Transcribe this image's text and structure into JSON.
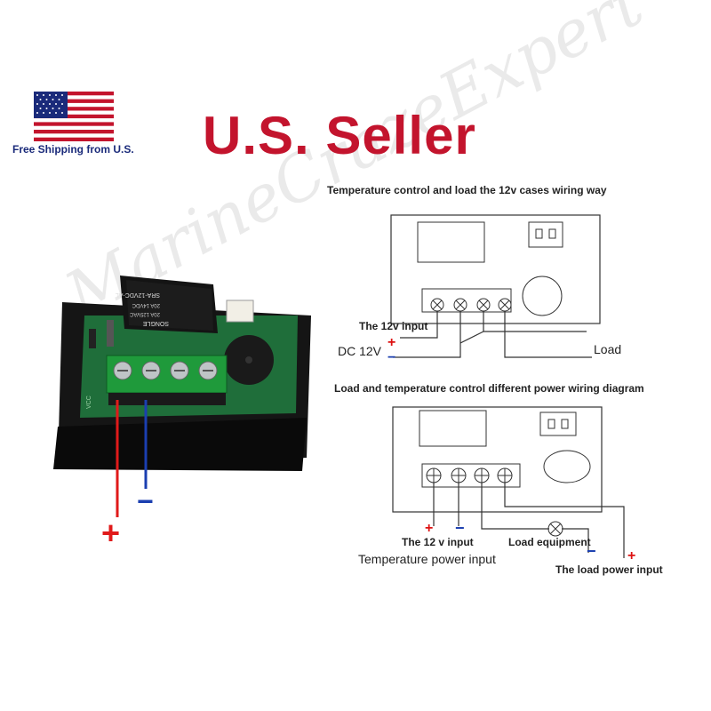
{
  "banner": {
    "flag_caption": "Free Shipping from U.S.",
    "headline": "U.S. Seller"
  },
  "photo": {
    "relay_top_line": "SRA-12VDC-AL",
    "relay_line2": "20A 14VDC",
    "relay_line3": "20A 125VAC",
    "relay_brand": "SONGLE",
    "board_label": "VCC",
    "plus_sign": "+",
    "minus_sign": "−"
  },
  "diagram1": {
    "title": "Temperature control and load the 12v cases wiring way",
    "input_label": "The 12v  input",
    "dc_label": "DC 12V",
    "plus_sign": "+",
    "minus_sign": "−",
    "load_label": "Load"
  },
  "diagram2": {
    "title": "Load and temperature control different power wiring diagram",
    "input_label": "The 12 v  input",
    "power_label": "Temperature power input",
    "equipment_label": "Load equipment",
    "load_power_label": "The load power input",
    "plus_sign": "+",
    "minus_sign": "−"
  },
  "watermark": "MarineCrazeExpert",
  "colors": {
    "headline_red": "#c3142d",
    "flag_blue": "#1a2a7a",
    "board_green": "#1f6e3a",
    "wire_red": "#e01a1a",
    "wire_blue": "#1b3fb0"
  }
}
